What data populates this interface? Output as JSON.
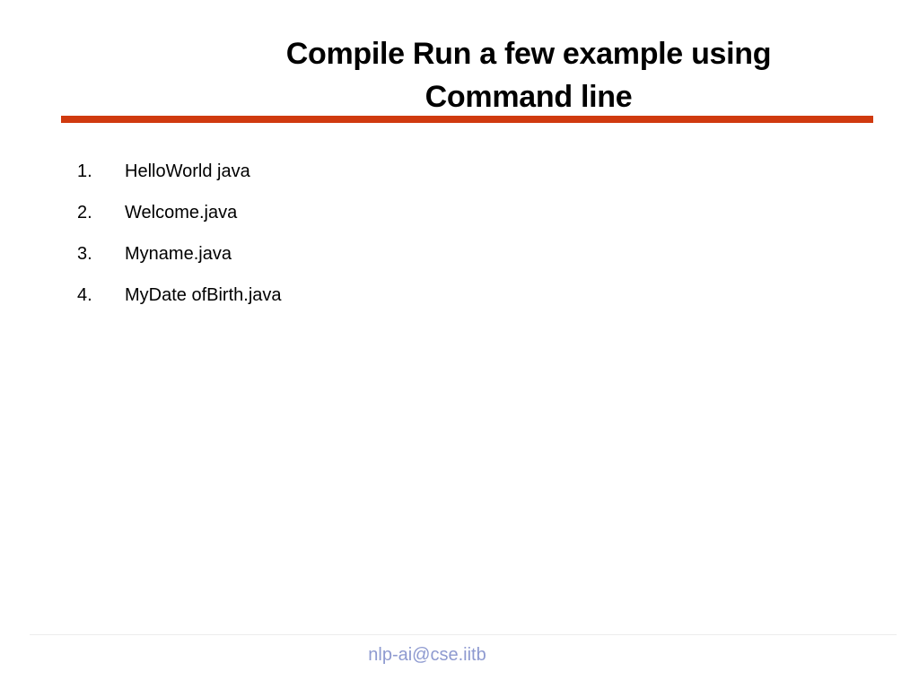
{
  "slide": {
    "title_lines": [
      "Compile Run a few example using",
      "Command line"
    ],
    "items": [
      {
        "number": "1.",
        "text": "HelloWorld java"
      },
      {
        "number": "2.",
        "text": "Welcome.java"
      },
      {
        "number": "3.",
        "text": "Myname.java"
      },
      {
        "number": "4.",
        "text": "MyDate ofBirth.java"
      }
    ],
    "footer": "nlp-ai@cse.iitb"
  },
  "colors": {
    "accent_rule": "#d03a0f",
    "footer_text": "#8e9ad0"
  }
}
